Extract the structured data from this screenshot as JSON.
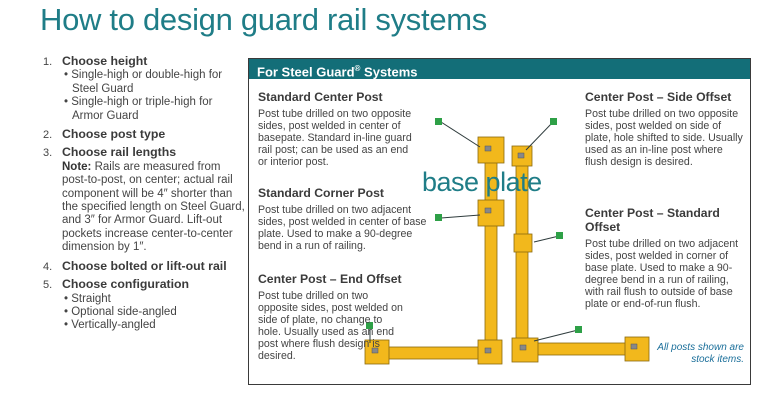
{
  "page": {
    "title": "How to design guard rail systems",
    "overlay_label": "base plate"
  },
  "steps": [
    {
      "num": "1.",
      "head": "Choose height",
      "bullets": [
        "Single-high or double-high for Steel Guard",
        "Single-high or triple-high for Armor Guard"
      ]
    },
    {
      "num": "2.",
      "head": "Choose post type"
    },
    {
      "num": "3.",
      "head": "Choose rail lengths",
      "note_label": "Note:",
      "note_text": "Rails are measured from post-to-post, on center; actual rail component will be 4″ shorter than the specified length on Steel Guard, and 3″ for Armor Guard. Lift-out pockets increase center-to-center dimension by 1″."
    },
    {
      "num": "4.",
      "head": "Choose bolted or lift-out rail"
    },
    {
      "num": "5.",
      "head": "Choose configuration",
      "bullets": [
        "Straight",
        "Optional side-angled",
        "Vertically-angled"
      ]
    }
  ],
  "panel": {
    "header": "For Steel Guard",
    "header_reg": "®",
    "header_suffix": " Systems",
    "blocks": {
      "standard_center": {
        "title": "Standard Center Post",
        "text": "Post tube drilled on two opposite sides, post welded in center of basepate. Standard in-line guard rail post; can be used as an end or interior post."
      },
      "standard_corner": {
        "title": "Standard Corner Post",
        "text": "Post tube drilled on two adjacent sides, post welded in center of base plate. Used to make a 90-degree bend in a run of railing."
      },
      "center_end_offset": {
        "title": "Center Post – End Offset",
        "text": "Post tube drilled on two opposite sides, post welded on side of plate, no change to hole. Usually used as an end post where flush design is desired."
      },
      "center_side_offset": {
        "title": "Center Post – Side Offset",
        "text": "Post tube drilled on two opposite sides, post welded on side of plate, hole shifted to side. Usually used as an in-line post where flush design is desired."
      },
      "center_standard_offset": {
        "title": "Center Post – Standard Offset",
        "text": "Post tube drilled on two adjacent sides, post welded in corner of base plate. Used to make a 90-degree bend in a run of railing, with rail flush to outside of base plate or end-of-run flush."
      }
    },
    "footnote": "All posts shown are stock items."
  },
  "colors": {
    "teal": "#1f7d87",
    "header_bg": "#136e78",
    "rail": "#f2b81c",
    "marker": "#2ea047"
  }
}
